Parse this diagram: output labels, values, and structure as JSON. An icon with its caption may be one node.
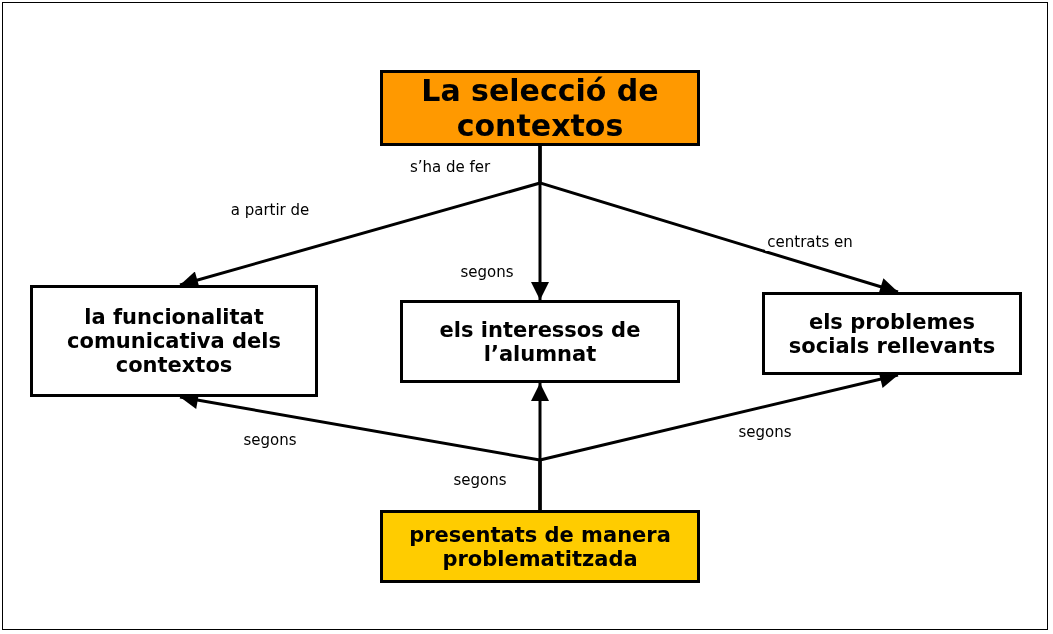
{
  "diagram": {
    "nodes": [
      {
        "text": [
          "La selecció de contextos"
        ]
      },
      {
        "text": [
          "la funcionalitat comunicativa dels contextos"
        ]
      },
      {
        "text": [
          "els interessos de l’alumnat"
        ]
      },
      {
        "text": [
          "els problemes socials rellevants"
        ]
      },
      {
        "text": [
          "presentats de manera problematitzada"
        ]
      }
    ],
    "edges": [
      {
        "from": 0,
        "to": 1,
        "arrow": "to",
        "label": "a partir de"
      },
      {
        "from": 0,
        "to": 2,
        "arrow": "to",
        "label": "segons"
      },
      {
        "from": 0,
        "to": 3,
        "arrow": "to",
        "label": "centrats en"
      },
      {
        "from": 4,
        "to": 1,
        "arrow": "to",
        "label": "segons"
      },
      {
        "from": 4,
        "to": 2,
        "arrow": "to",
        "label": "segons"
      },
      {
        "from": 4,
        "to": 3,
        "arrow": "to",
        "label": "segons"
      }
    ],
    "labels": [
      "s’ha de fer"
    ]
  }
}
